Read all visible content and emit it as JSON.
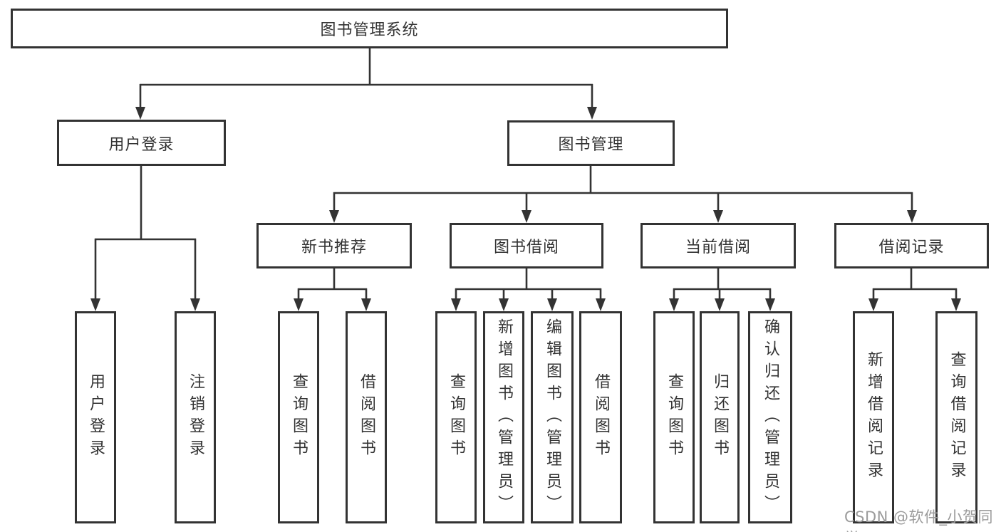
{
  "diagram": {
    "type": "tree",
    "title_node": "图书管理系统",
    "nodes": {
      "root": "图书管理系统",
      "user_login": "用户登录",
      "book_mgmt": "图书管理",
      "new_books": "新书推荐",
      "book_borrow": "图书借阅",
      "current_borrow": "当前借阅",
      "borrow_records": "借阅记录",
      "leaf_user_login": "用户登录",
      "leaf_logout": "注销登录",
      "leaf_nb_query": "查询图书",
      "leaf_nb_borrow": "借阅图书",
      "leaf_bb_query": "查询图书",
      "leaf_bb_add": "新增图书（管理员）",
      "leaf_bb_edit": "编辑图书（管理员）",
      "leaf_bb_borrow": "借阅图书",
      "leaf_cb_query": "查询图书",
      "leaf_cb_return": "归还图书",
      "leaf_cb_confirm": "确认归还（管理员）",
      "leaf_br_add": "新增借阅记录",
      "leaf_br_query": "查询借阅记录"
    },
    "hierarchy": {
      "图书管理系统": {
        "用户登录": [
          "用户登录",
          "注销登录"
        ],
        "图书管理": {
          "新书推荐": [
            "查询图书",
            "借阅图书"
          ],
          "图书借阅": [
            "查询图书",
            "新增图书（管理员）",
            "编辑图书（管理员）",
            "借阅图书"
          ],
          "当前借阅": [
            "查询图书",
            "归还图书",
            "确认归还（管理员）"
          ],
          "借阅记录": [
            "新增借阅记录",
            "查询借阅记录"
          ]
        }
      }
    },
    "colors": {
      "line": "#333333",
      "box_border": "#333333",
      "box_fill": "#ffffff",
      "text": "#333333",
      "background": "#ffffff",
      "watermark": "#9b9b9b"
    }
  },
  "watermark": "CSDN @软件_小贺同学"
}
